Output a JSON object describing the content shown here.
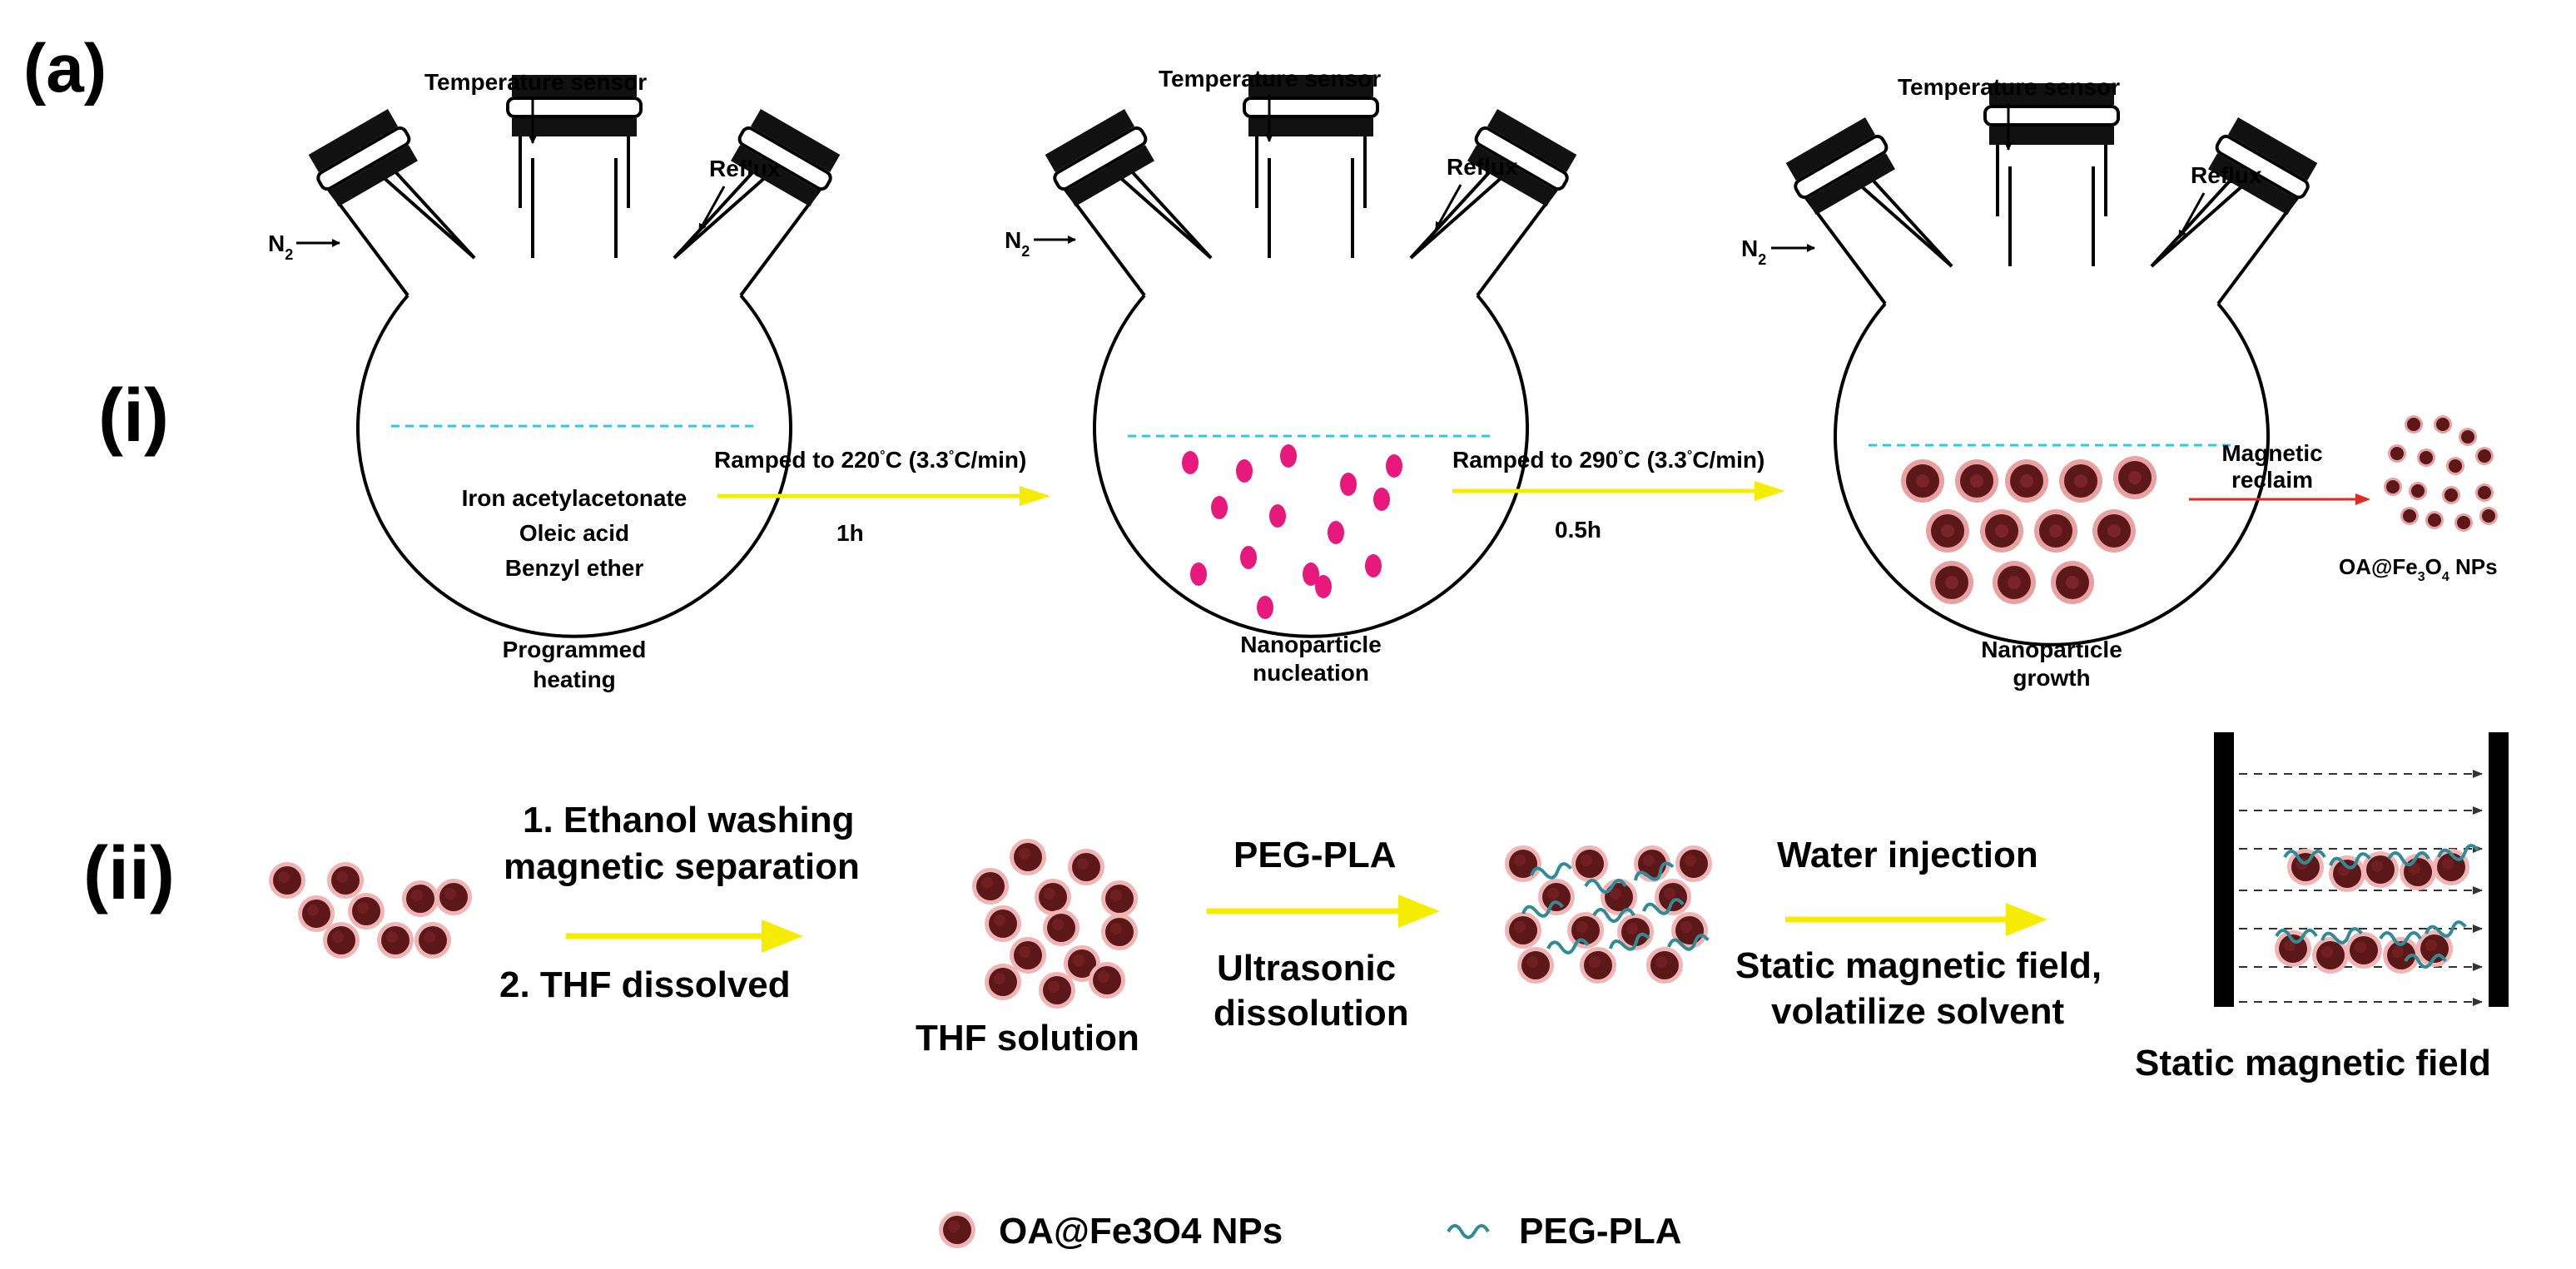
{
  "panel_label": "(a)",
  "row_labels": {
    "i": "(i)",
    "ii": "(ii)"
  },
  "colors": {
    "particle_core": "#5c1718",
    "particle_ring": "#e59a9a",
    "nucleus": "#e8197d",
    "yellow_arrow": "#f5ec00",
    "red_arrow": "#e02a20",
    "dashed_level": "#2ac9e6",
    "polymer": "#2f8c96"
  },
  "flask_labels": {
    "temperature_sensor": "Temperature sensor",
    "reflux": "Reflux",
    "n2_main": "N",
    "n2_sub": "2"
  },
  "flask1": {
    "contents": [
      "Iron acetylacetonate",
      "Oleic acid",
      "Benzyl ether"
    ],
    "caption": [
      "Programmed",
      "heating"
    ]
  },
  "flask2": {
    "caption": [
      "Nanoparticle",
      "nucleation"
    ]
  },
  "flask3": {
    "caption": [
      "Nanoparticle",
      "growth"
    ]
  },
  "step1": {
    "top_prefix": "Ramped to 220",
    "top_suffix": "C (3.3",
    "top_end": "C/min)",
    "deg": "°",
    "bottom": "1h"
  },
  "step2": {
    "top_prefix": "Ramped to 290",
    "top_suffix": "C (3.3",
    "top_end": "C/min)",
    "deg": "°",
    "bottom": "0.5h"
  },
  "magnetic": {
    "line1": "Magnetic",
    "line2": "reclaim"
  },
  "product": {
    "label_a": "OA@Fe",
    "sub_a": "3",
    "label_b": "O",
    "sub_b": "4",
    "label_c": " NPs"
  },
  "row2": {
    "step_a": {
      "line1": "1. Ethanol washing",
      "line2": "magnetic separation",
      "line3": "2. THF dissolved"
    },
    "thf_solution": "THF solution",
    "step_b": {
      "line1": "PEG-PLA",
      "line2": "Ultrasonic",
      "line3": "dissolution"
    },
    "step_c": {
      "line1": "Water injection",
      "line2": "Static magnetic field,",
      "line3": "volatilize solvent"
    },
    "field_caption": "Static magnetic field"
  },
  "legend": {
    "np_label": "OA@Fe3O4 NPs",
    "polymer_label": "PEG-PLA",
    "np_icon": "nanoparticle-icon",
    "polymer_icon": "polymer-chain-icon"
  }
}
